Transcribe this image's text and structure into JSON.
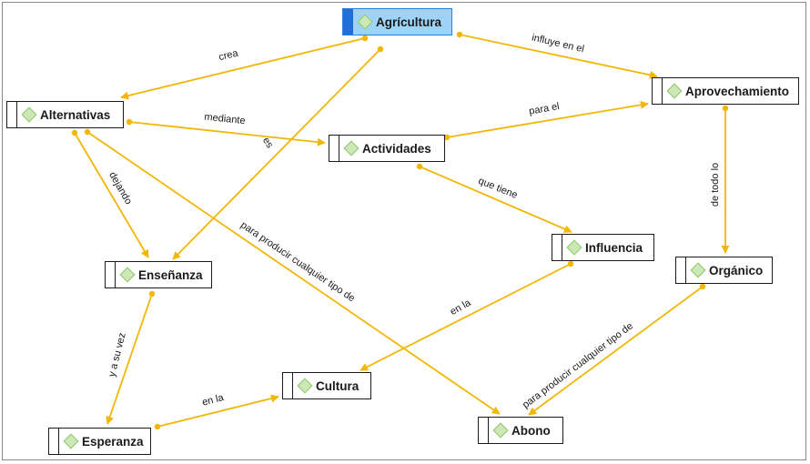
{
  "diagram": {
    "nodes": {
      "agricultura": "Agrícultura",
      "alternativas": "Alternativas",
      "aprovechamiento": "Aprovechamiento",
      "actividades": "Actividades",
      "influencia": "Influencia",
      "organico": "Orgánico",
      "ensenanza": "Enseñanza",
      "cultura": "Cultura",
      "esperanza": "Esperanza",
      "abono": "Abono"
    },
    "edge_labels": {
      "crea": "crea",
      "influye": "influye en el",
      "mediante": "mediante",
      "es": "es",
      "para_el": "para el",
      "de_todo_lo": "de todo lo",
      "que_tiene": "que tiene",
      "dejando": "dejando",
      "producir_1": "para producir cualquier tipo de",
      "producir_2": "para producir cualquier tipo de",
      "en_la_1": "en la",
      "y_a_su_vez": "y a su vez",
      "en_la_2": "en la"
    },
    "colors": {
      "edge": "#f2b705",
      "node_border": "#1a1a1a",
      "selected_fill": "#9ed3f7",
      "selected_bar": "#1e6fd9",
      "concept_icon": "#8cc66e"
    },
    "selected_node": "agricultura",
    "icon": "diamond-concept-icon"
  }
}
